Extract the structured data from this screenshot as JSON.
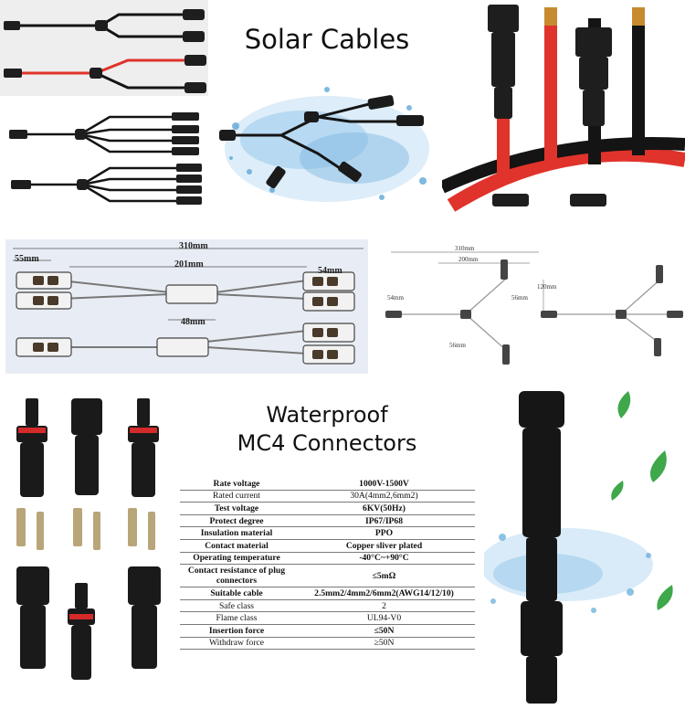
{
  "titles": {
    "solar_cables": "Solar Cables",
    "waterproof_line1": "Waterproof",
    "waterproof_line2": "MC4 Connectors"
  },
  "diagram_left": {
    "overall": "310mm",
    "branch": "201mm",
    "left_end": "55mm",
    "right_end": "54mm",
    "hub": "48mm"
  },
  "diagram_right": {
    "overall": "310mm",
    "branch": "200mm",
    "left_end": "54mm",
    "mid": "56mm",
    "spread": "120mm",
    "lower": "56mm"
  },
  "specs": [
    {
      "name": "Rate voltage",
      "value": "1000V-1500V",
      "bold": true
    },
    {
      "name": "Rated current",
      "value": "30A(4mm2,6mm2)",
      "bold": false
    },
    {
      "name": "Test voltage",
      "value": "6KV(50Hz)",
      "bold": true
    },
    {
      "name": "Protect degree",
      "value": "IP67/IP68",
      "bold": true
    },
    {
      "name": "Insulation material",
      "value": "PPO",
      "bold": true
    },
    {
      "name": "Contact material",
      "value": "Copper sliver plated",
      "bold": true
    },
    {
      "name": "Operating temperature",
      "value": "-40°C~+90°C",
      "bold": true
    },
    {
      "name": "Contact resistance of plug connectors",
      "value": "≤5mΩ",
      "bold": true,
      "tall": true
    },
    {
      "name": "Suitable cable",
      "value": "2.5mm2/4mm2/6mm2(AWG14/12/10)",
      "bold": true
    },
    {
      "name": "Safe class",
      "value": "2",
      "bold": false
    },
    {
      "name": "Flame class",
      "value": "UL94-V0",
      "bold": false
    },
    {
      "name": "Insertion force",
      "value": "≤50N",
      "bold": true
    },
    {
      "name": "Withdraw force",
      "value": "≥50N",
      "bold": false
    }
  ],
  "colors": {
    "cable_red": "#e0332b",
    "cable_black": "#141414",
    "connector_red_ring": "#d42a2a",
    "diagram_bg": "#e8edf5",
    "water": "#5ea8d8",
    "leaf": "#3ea84a"
  }
}
